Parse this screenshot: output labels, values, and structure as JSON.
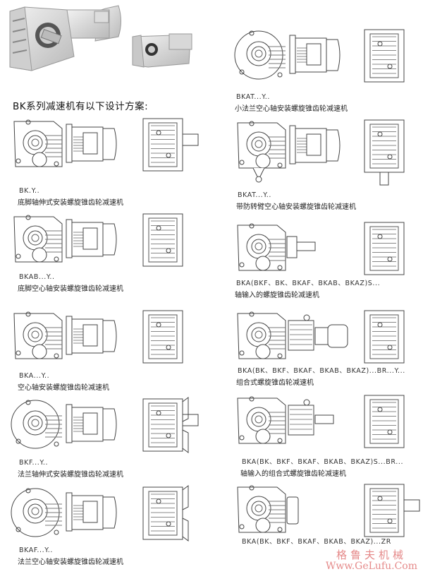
{
  "heading": "BK系列减速机有以下设计方案:",
  "photo": {
    "icon": "gearmotor-photo"
  },
  "items": [
    {
      "code": "BK.Y..",
      "desc": "底脚轴伸式安装螺旋锥齿轮减速机",
      "variant": "foot-solid-shaft"
    },
    {
      "code": "BKAB...Y..",
      "desc": "底脚空心轴安装螺旋锥齿轮减速机",
      "variant": "foot-hollow-shaft"
    },
    {
      "code": "BKA...Y..",
      "desc": "空心轴安装螺旋锥齿轮减速机",
      "variant": "hollow-shaft"
    },
    {
      "code": "BKF...Y..",
      "desc": "法兰轴伸式安装螺旋锥齿轮减速机",
      "variant": "flange-solid-shaft"
    },
    {
      "code": "BKAF...Y..",
      "desc": "法兰空心轴安装螺旋锥齿轮减速机",
      "variant": "flange-hollow-shaft"
    },
    {
      "code": "BKAT...Y..",
      "desc": "小法兰空心轴安装螺旋锥齿轮减速机",
      "variant": "small-flange-hollow-shaft"
    },
    {
      "code": "BKAT...Y..",
      "desc": "带防转臂空心轴安装螺旋锥齿轮减速机",
      "variant": "torque-arm-hollow-shaft"
    },
    {
      "code": "BKA(BKF、BK、BKAF、BKAB、BKAZ)S...",
      "desc": "轴输入的螺旋锥齿轮减速机",
      "variant": "shaft-input"
    },
    {
      "code": "BKA(BK、BKF、BKAF、BKAB、BKAZ)...BR...Y...",
      "desc": "组合式螺旋锥齿轮减速机",
      "variant": "combined"
    },
    {
      "code": "BKA(BK、BKF、BKAF、BKAB、BKAZ)S...BR...",
      "desc": "轴输入的组合式螺旋锥齿轮减速机",
      "variant": "shaft-input-combined"
    },
    {
      "code": "BKA(BK、BKF、BKAF、BKAB、BKAZ)...ZR",
      "desc": "",
      "variant": "adapter"
    }
  ],
  "watermark": {
    "line1": "格鲁夫机械",
    "line2": "Www.GeLufu.Com",
    "color": "#e58a8a"
  }
}
